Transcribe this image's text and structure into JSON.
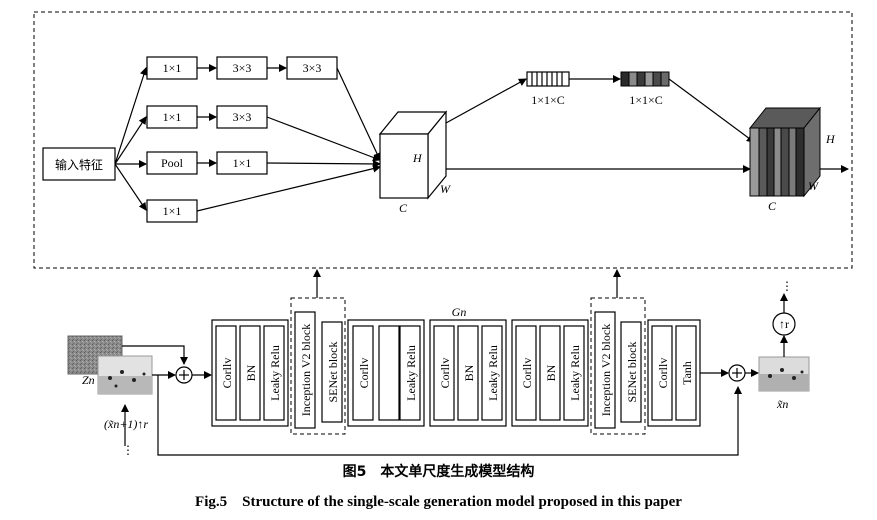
{
  "inception": {
    "input_label": "输入特征",
    "branch1": [
      "1×1",
      "3×3",
      "3×3"
    ],
    "branch2": [
      "1×1",
      "3×3"
    ],
    "branch3": [
      "Pool",
      "1×1"
    ],
    "branch4": [
      "1×1"
    ],
    "cube_h": "H",
    "cube_w": "W",
    "cube_c": "C",
    "se_bar1": "1×1×C",
    "se_bar2": "1×1×C",
    "out_h": "H",
    "out_w": "W",
    "out_c": "C"
  },
  "generator": {
    "gn_label": "Gn",
    "noise_label": "Zn",
    "input_label": "(x̃n+1)↑r",
    "output_label": "x̃n",
    "upsample_label": "↑r",
    "block1": [
      "Corllv",
      "BN",
      "Leaky Relu"
    ],
    "block2": [
      "Inception V2 block",
      "SENet block"
    ],
    "block3": [
      "Corllv",
      "Leaky Relu"
    ],
    "block4": [
      "Corllv",
      "BN",
      "Leaky Relu"
    ],
    "block5": [
      "Corllv",
      "BN",
      "Leaky Relu"
    ],
    "block6": [
      "Inception V2 block",
      "SENet block"
    ],
    "block7": [
      "Corllv",
      "Tanh"
    ]
  },
  "caption": {
    "cn": "图5　本文单尺度生成模型结构",
    "en": "Fig.5　Structure of the single-scale generation model proposed in this paper"
  }
}
